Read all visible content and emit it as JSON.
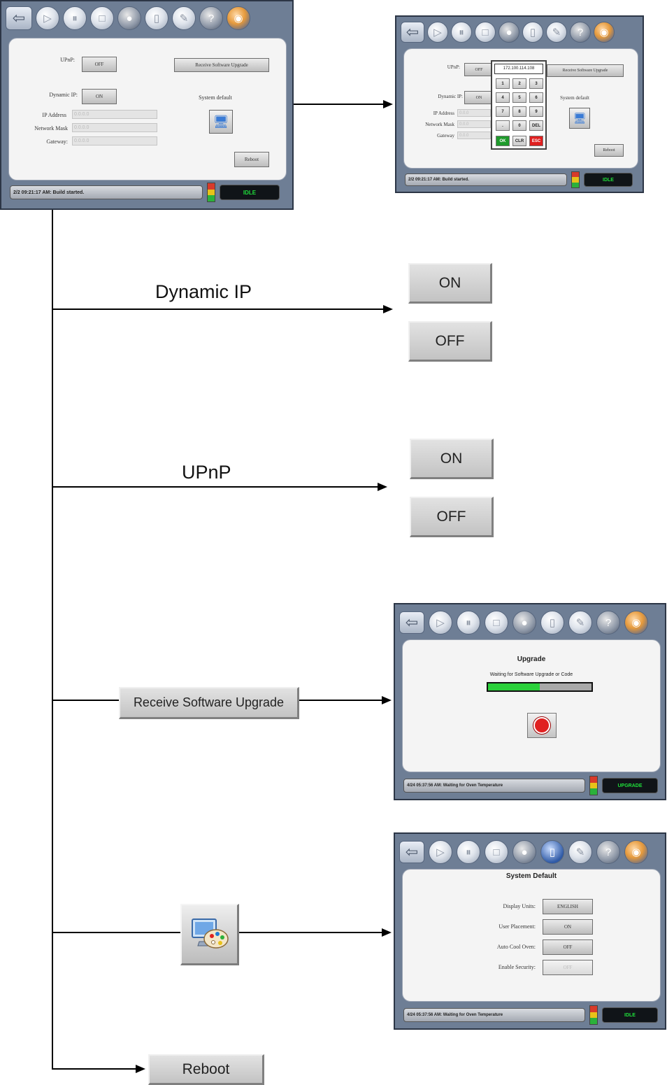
{
  "screen1": {
    "upnp_label": "UPnP:",
    "upnp_value": "OFF",
    "receive_upgrade": "Receive Software Upgrade",
    "dynamic_ip_label": "Dynamic IP:",
    "dynamic_ip_value": "ON",
    "system_default_label": "System default",
    "ip_address_label": "IP Address",
    "network_mask_label": "Network Mask",
    "gateway_label": "Gateway:",
    "reboot": "Reboot",
    "status_text": "2/2 09:21:17 AM: Build started.",
    "mode": "IDLE"
  },
  "screen2": {
    "upnp_label": "UPnP:",
    "upnp_value": "OFF",
    "receive_upgrade": "Receive Software Upgrade",
    "dynamic_ip_label": "Dynamic IP:",
    "dynamic_ip_value": "ON",
    "system_default_label": "System default",
    "ip_address_label": "IP Address",
    "network_mask_label": "Network Mask",
    "gateway_label": "Gateway",
    "reboot": "Reboot",
    "keypad_display": "172.100.114.108",
    "keys": [
      "1",
      "2",
      "3",
      "4",
      "5",
      "6",
      "7",
      "8",
      "9",
      ".",
      "0",
      "DEL",
      "OK",
      "CLR",
      "ESC"
    ],
    "status_text": "2/2 09:21:17 AM: Build started.",
    "mode": "IDLE"
  },
  "labels": {
    "dynamic_ip": "Dynamic IP",
    "upnp": "UPnP"
  },
  "buttons": {
    "dyn_on": "ON",
    "dyn_off": "OFF",
    "upnp_on": "ON",
    "upnp_off": "OFF",
    "receive_upgrade": "Receive Software Upgrade",
    "reboot": "Reboot"
  },
  "screen3": {
    "title": "Upgrade",
    "subtitle": "Waiting for Software Upgrade or Code",
    "progress": 0.5,
    "status_text": "4/24 05:37:56 AM: Waiting for Oven Temperature",
    "mode": "UPGRADE"
  },
  "screen4": {
    "title": "System Default",
    "rows": [
      {
        "label": "Display Units:",
        "value": "ENGLISH"
      },
      {
        "label": "User Placement:",
        "value": "ON"
      },
      {
        "label": "Auto Cool Oven:",
        "value": "OFF"
      },
      {
        "label": "Enable Security:",
        "value": "OFF"
      }
    ],
    "status_text": "4/24 05:37:56 AM: Waiting for Oven Temperature",
    "mode": "IDLE"
  },
  "colors": {
    "frame": "#6e7e95",
    "idle_green": "#1fe03a",
    "progress_green": "#2bd13b",
    "esc_red": "#e02020",
    "ok_green": "#1f9a2c"
  }
}
